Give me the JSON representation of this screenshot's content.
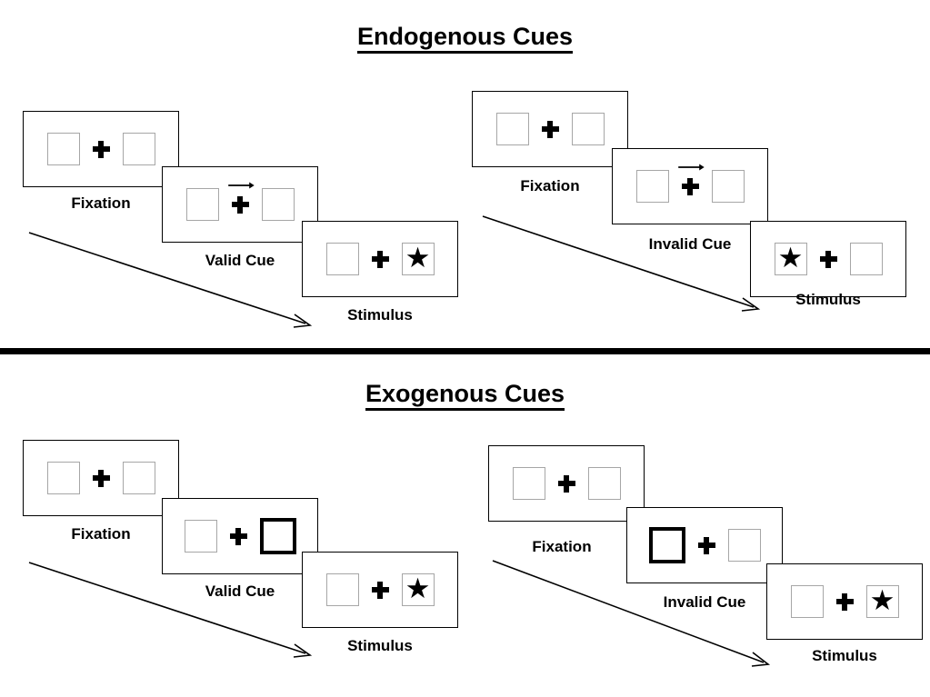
{
  "figure": {
    "kind": "posner-cueing-paradigm-diagram",
    "background_color": "#ffffff",
    "stroke_color": "#000000",
    "box_outline_color": "#a6a6a6",
    "cued_box_outline_color": "#000000"
  },
  "sections": [
    {
      "id": "endogenous",
      "title": "Endogenous Cues",
      "groups": [
        {
          "id": "endogenous-valid",
          "condition": "valid",
          "panels": [
            {
              "id": "endo-valid-fixation",
              "caption": "Fixation",
              "left_box": {
                "cued": false,
                "star": false
              },
              "right_box": {
                "cued": false,
                "star": false
              },
              "arrow_cue": "none"
            },
            {
              "id": "endo-valid-cue",
              "caption": "Valid Cue",
              "left_box": {
                "cued": false,
                "star": false
              },
              "right_box": {
                "cued": false,
                "star": false
              },
              "arrow_cue": "right"
            },
            {
              "id": "endo-valid-stimulus",
              "caption": "Stimulus",
              "left_box": {
                "cued": false,
                "star": false
              },
              "right_box": {
                "cued": false,
                "star": true
              },
              "arrow_cue": "none"
            }
          ]
        },
        {
          "id": "endogenous-invalid",
          "condition": "invalid",
          "panels": [
            {
              "id": "endo-invalid-fixation",
              "caption": "Fixation",
              "left_box": {
                "cued": false,
                "star": false
              },
              "right_box": {
                "cued": false,
                "star": false
              },
              "arrow_cue": "none"
            },
            {
              "id": "endo-invalid-cue",
              "caption": "Invalid Cue",
              "left_box": {
                "cued": false,
                "star": false
              },
              "right_box": {
                "cued": false,
                "star": false
              },
              "arrow_cue": "right"
            },
            {
              "id": "endo-invalid-stimulus",
              "caption": "Stimulus",
              "left_box": {
                "cued": false,
                "star": true
              },
              "right_box": {
                "cued": false,
                "star": false
              },
              "arrow_cue": "none"
            }
          ]
        }
      ]
    },
    {
      "id": "exogenous",
      "title": "Exogenous Cues",
      "groups": [
        {
          "id": "exogenous-valid",
          "condition": "valid",
          "panels": [
            {
              "id": "exo-valid-fixation",
              "caption": "Fixation",
              "left_box": {
                "cued": false,
                "star": false
              },
              "right_box": {
                "cued": false,
                "star": false
              },
              "arrow_cue": "none"
            },
            {
              "id": "exo-valid-cue",
              "caption": "Valid Cue",
              "left_box": {
                "cued": false,
                "star": false
              },
              "right_box": {
                "cued": true,
                "star": false
              },
              "arrow_cue": "none"
            },
            {
              "id": "exo-valid-stimulus",
              "caption": "Stimulus",
              "left_box": {
                "cued": false,
                "star": false
              },
              "right_box": {
                "cued": false,
                "star": true
              },
              "arrow_cue": "none"
            }
          ]
        },
        {
          "id": "exogenous-invalid",
          "condition": "invalid",
          "panels": [
            {
              "id": "exo-invalid-fixation",
              "caption": "Fixation",
              "left_box": {
                "cued": false,
                "star": false
              },
              "right_box": {
                "cued": false,
                "star": false
              },
              "arrow_cue": "none"
            },
            {
              "id": "exo-invalid-cue",
              "caption": "Invalid Cue",
              "left_box": {
                "cued": true,
                "star": false
              },
              "right_box": {
                "cued": false,
                "star": false
              },
              "arrow_cue": "none"
            },
            {
              "id": "exo-invalid-stimulus",
              "caption": "Stimulus",
              "left_box": {
                "cued": false,
                "star": false
              },
              "right_box": {
                "cued": false,
                "star": true
              },
              "arrow_cue": "none"
            }
          ]
        }
      ]
    }
  ],
  "glyphs": {
    "star": "★"
  }
}
